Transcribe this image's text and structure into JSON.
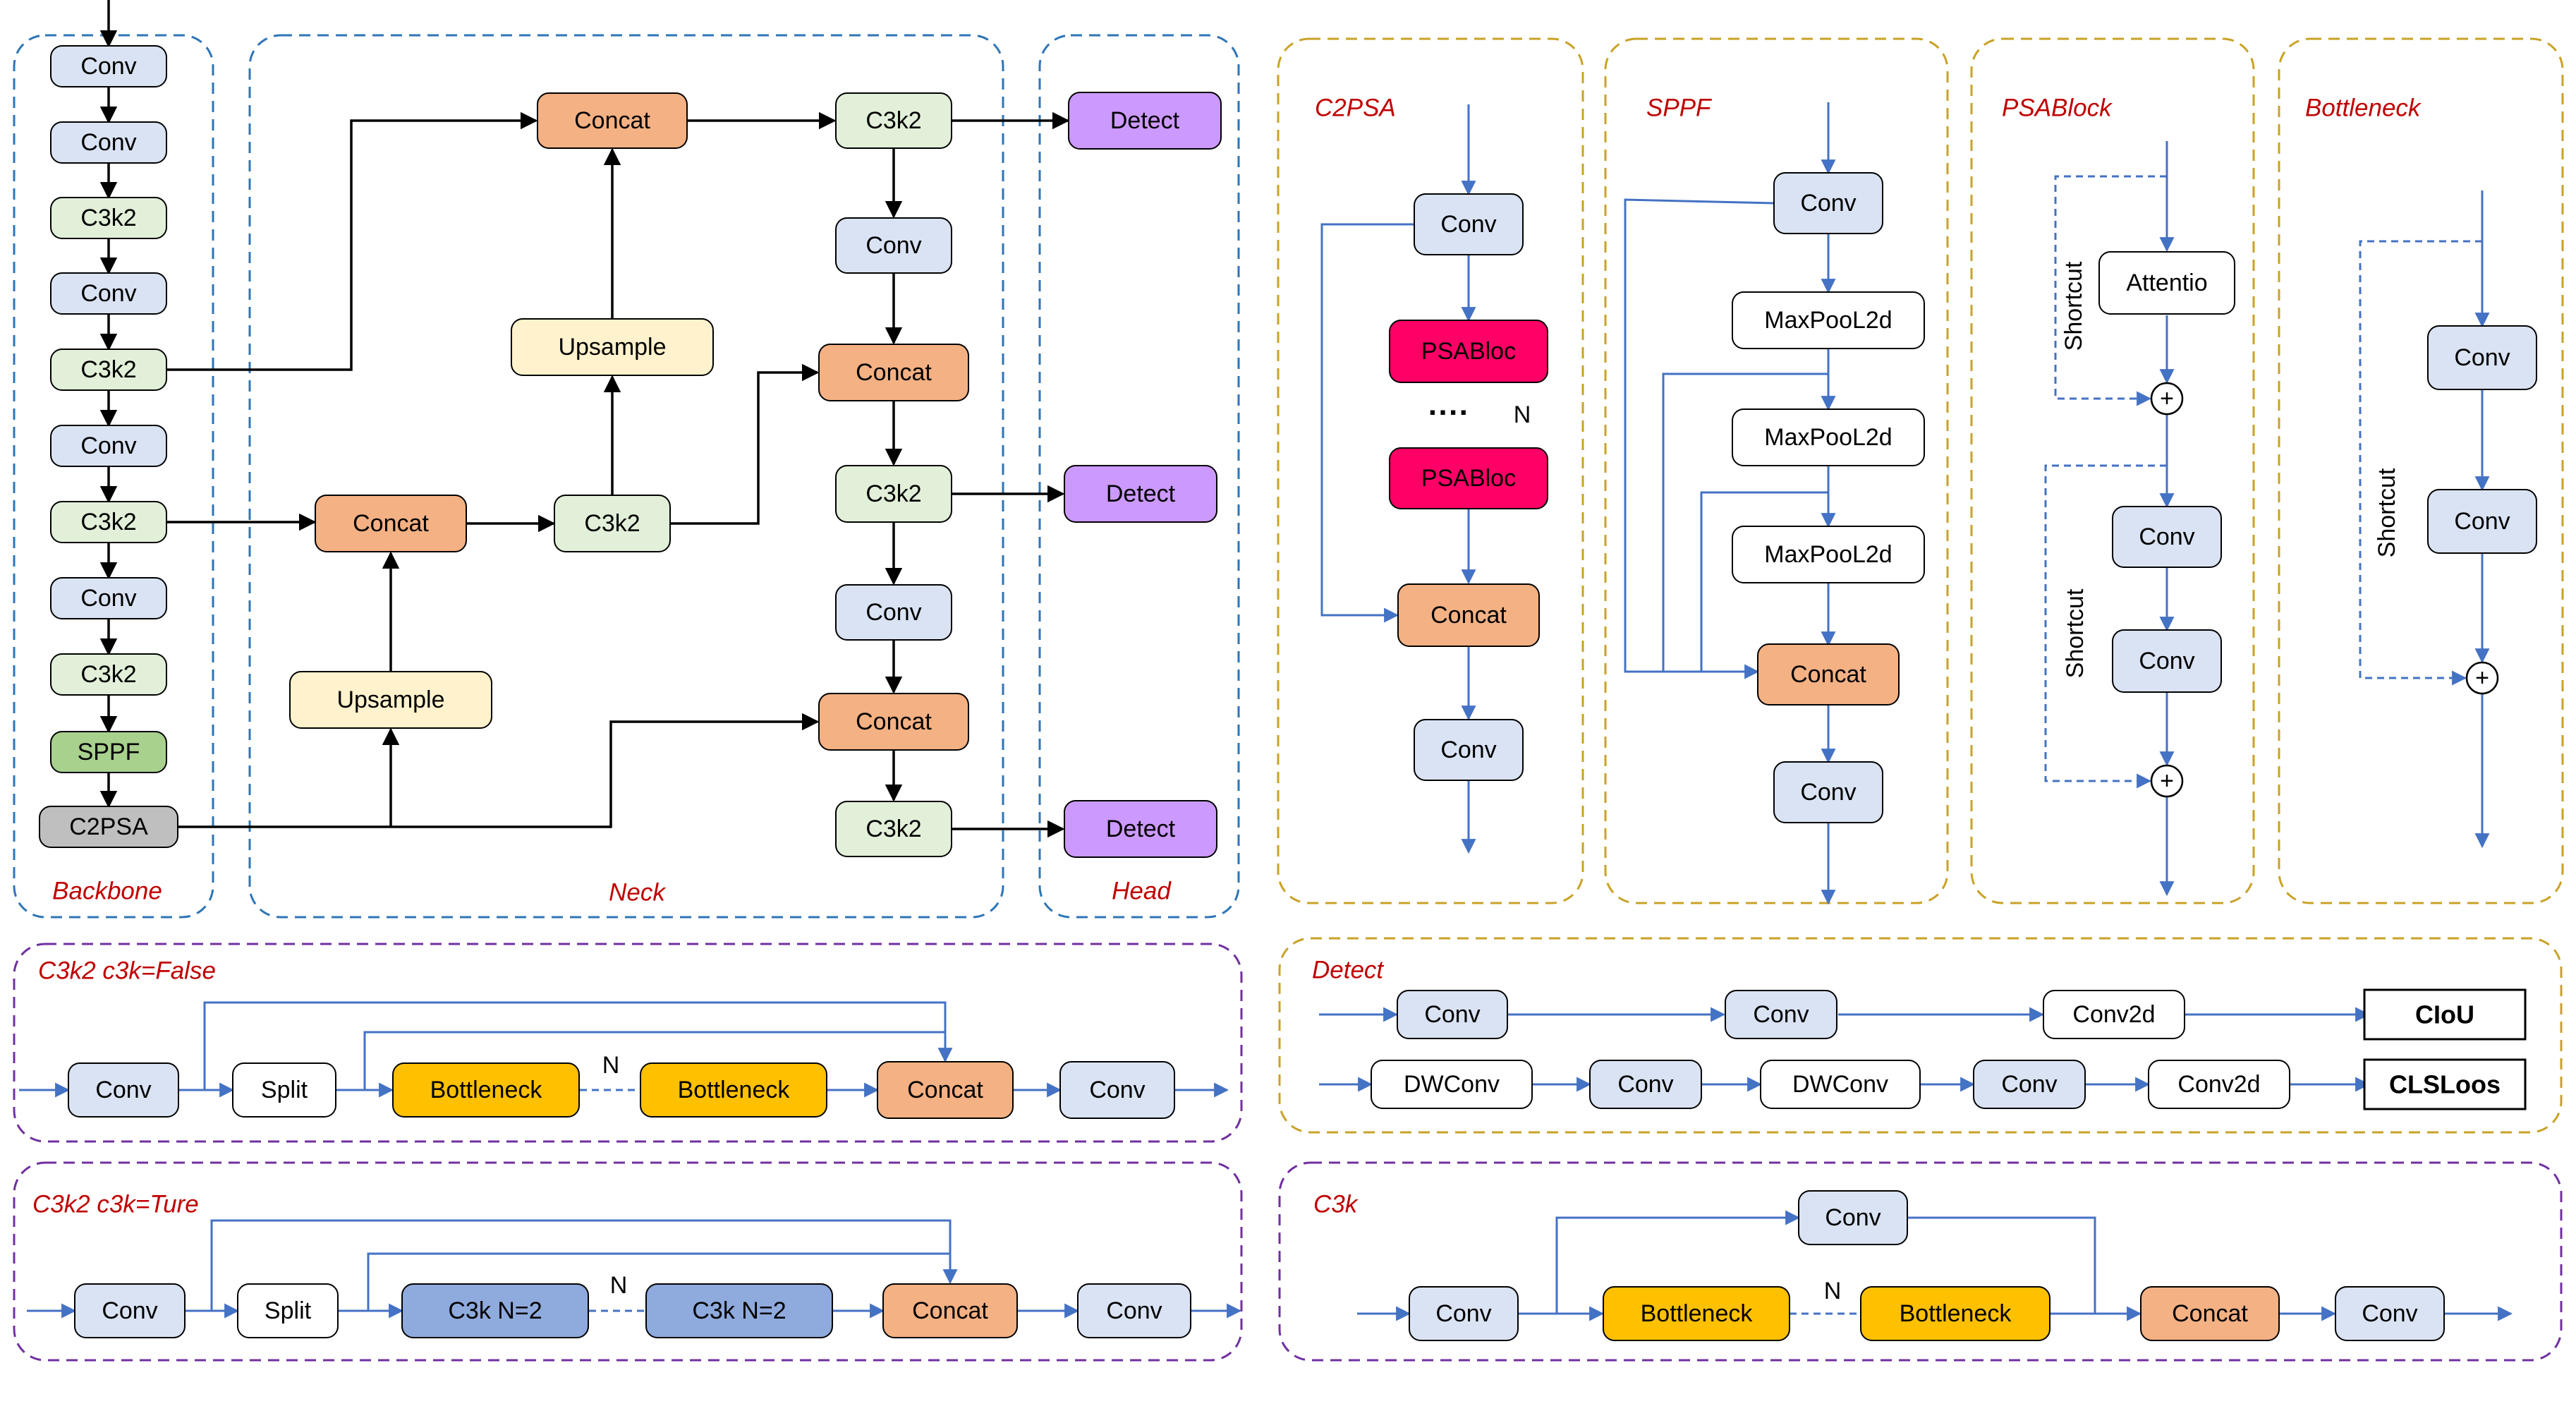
{
  "colors": {
    "conv": "#dae3f3",
    "c3k2": "#e2f0d9",
    "concat": "#f4b183",
    "upsample": "#fff2cc",
    "detect": "#cc99ff",
    "sppf": "#a9d18e",
    "c2psa": "#bfbfbf",
    "psabloc": "#ff0066",
    "bottleneck": "#ffc000",
    "c3k": "#8faadc",
    "plain": "#ffffff",
    "edge_black": "#000000",
    "edge_blue": "#4472c4",
    "frame_blue": "#2e75b6",
    "frame_gold": "#c9a227",
    "frame_purple": "#7030a0",
    "title_red": "#c00000"
  },
  "overview": {
    "titles": {
      "backbone": "Backbone",
      "neck": "Neck",
      "head": "Head"
    },
    "backbone": [
      "Conv",
      "Conv",
      "C3k2",
      "Conv",
      "C3k2",
      "Conv",
      "C3k2",
      "Conv",
      "C3k2",
      "SPPF",
      "C2PSA"
    ],
    "neck": {
      "upsample_1": "Upsample",
      "concat_1": "Concat",
      "c3k2_1": "C3k2",
      "upsample_2": "Upsample",
      "concat_2": "Concat",
      "c3k2_2": "C3k2",
      "conv_1": "Conv",
      "concat_3": "Concat",
      "c3k2_3": "C3k2",
      "conv_2": "Conv",
      "concat_4": "Concat",
      "c3k2_4": "C3k2"
    },
    "head": [
      "Detect",
      "Detect",
      "Detect"
    ]
  },
  "c2psa_panel": {
    "title": "C2PSA",
    "conv_in": "Conv",
    "psa_1": "PSABloc",
    "repeat_dots": "····",
    "repeat_n": "N",
    "psa_2": "PSABloc",
    "concat": "Concat",
    "conv_out": "Conv"
  },
  "sppf_panel": {
    "title": "SPPF",
    "conv_in": "Conv",
    "pool_1": "MaxPooL2d",
    "pool_2": "MaxPooL2d",
    "pool_3": "MaxPooL2d",
    "concat": "Concat",
    "conv_out": "Conv"
  },
  "psablock_panel": {
    "title": "PSABlock",
    "attention": "Attentio",
    "conv_1": "Conv",
    "conv_2": "Conv",
    "shortcut_1": "Shortcut",
    "shortcut_2": "Shortcut",
    "plus_symbol": "+"
  },
  "bottleneck_panel": {
    "title": "Bottleneck",
    "conv_1": "Conv",
    "conv_2": "Conv",
    "shortcut": "Shortcut",
    "plus_symbol": "+"
  },
  "c3k2_false_panel": {
    "title": "C3k2    c3k=False",
    "conv_in": "Conv",
    "split": "Split",
    "bottleneck_1": "Bottleneck",
    "repeat_n": "N",
    "bottleneck_2": "Bottleneck",
    "concat": "Concat",
    "conv_out": "Conv"
  },
  "c3k2_true_panel": {
    "title": "C3k2    c3k=Ture",
    "conv_in": "Conv",
    "split": "Split",
    "c3k_1": "C3k    N=2",
    "repeat_n": "N",
    "c3k_2": "C3k    N=2",
    "concat": "Concat",
    "conv_out": "Conv"
  },
  "detect_panel": {
    "title": "Detect",
    "row1": {
      "conv_1": "Conv",
      "conv_2": "Conv",
      "conv2d": "Conv2d",
      "loss": "CIoU"
    },
    "row2": {
      "dwconv_1": "DWConv",
      "conv_1": "Conv",
      "dwconv_2": "DWConv",
      "conv_2": "Conv",
      "conv2d": "Conv2d",
      "loss": "CLSLoos"
    }
  },
  "c3k_panel": {
    "title": "C3k",
    "conv_in": "Conv",
    "conv_top": "Conv",
    "bottleneck_1": "Bottleneck",
    "repeat_n": "N",
    "bottleneck_2": "Bottleneck",
    "concat": "Concat",
    "conv_out": "Conv"
  }
}
